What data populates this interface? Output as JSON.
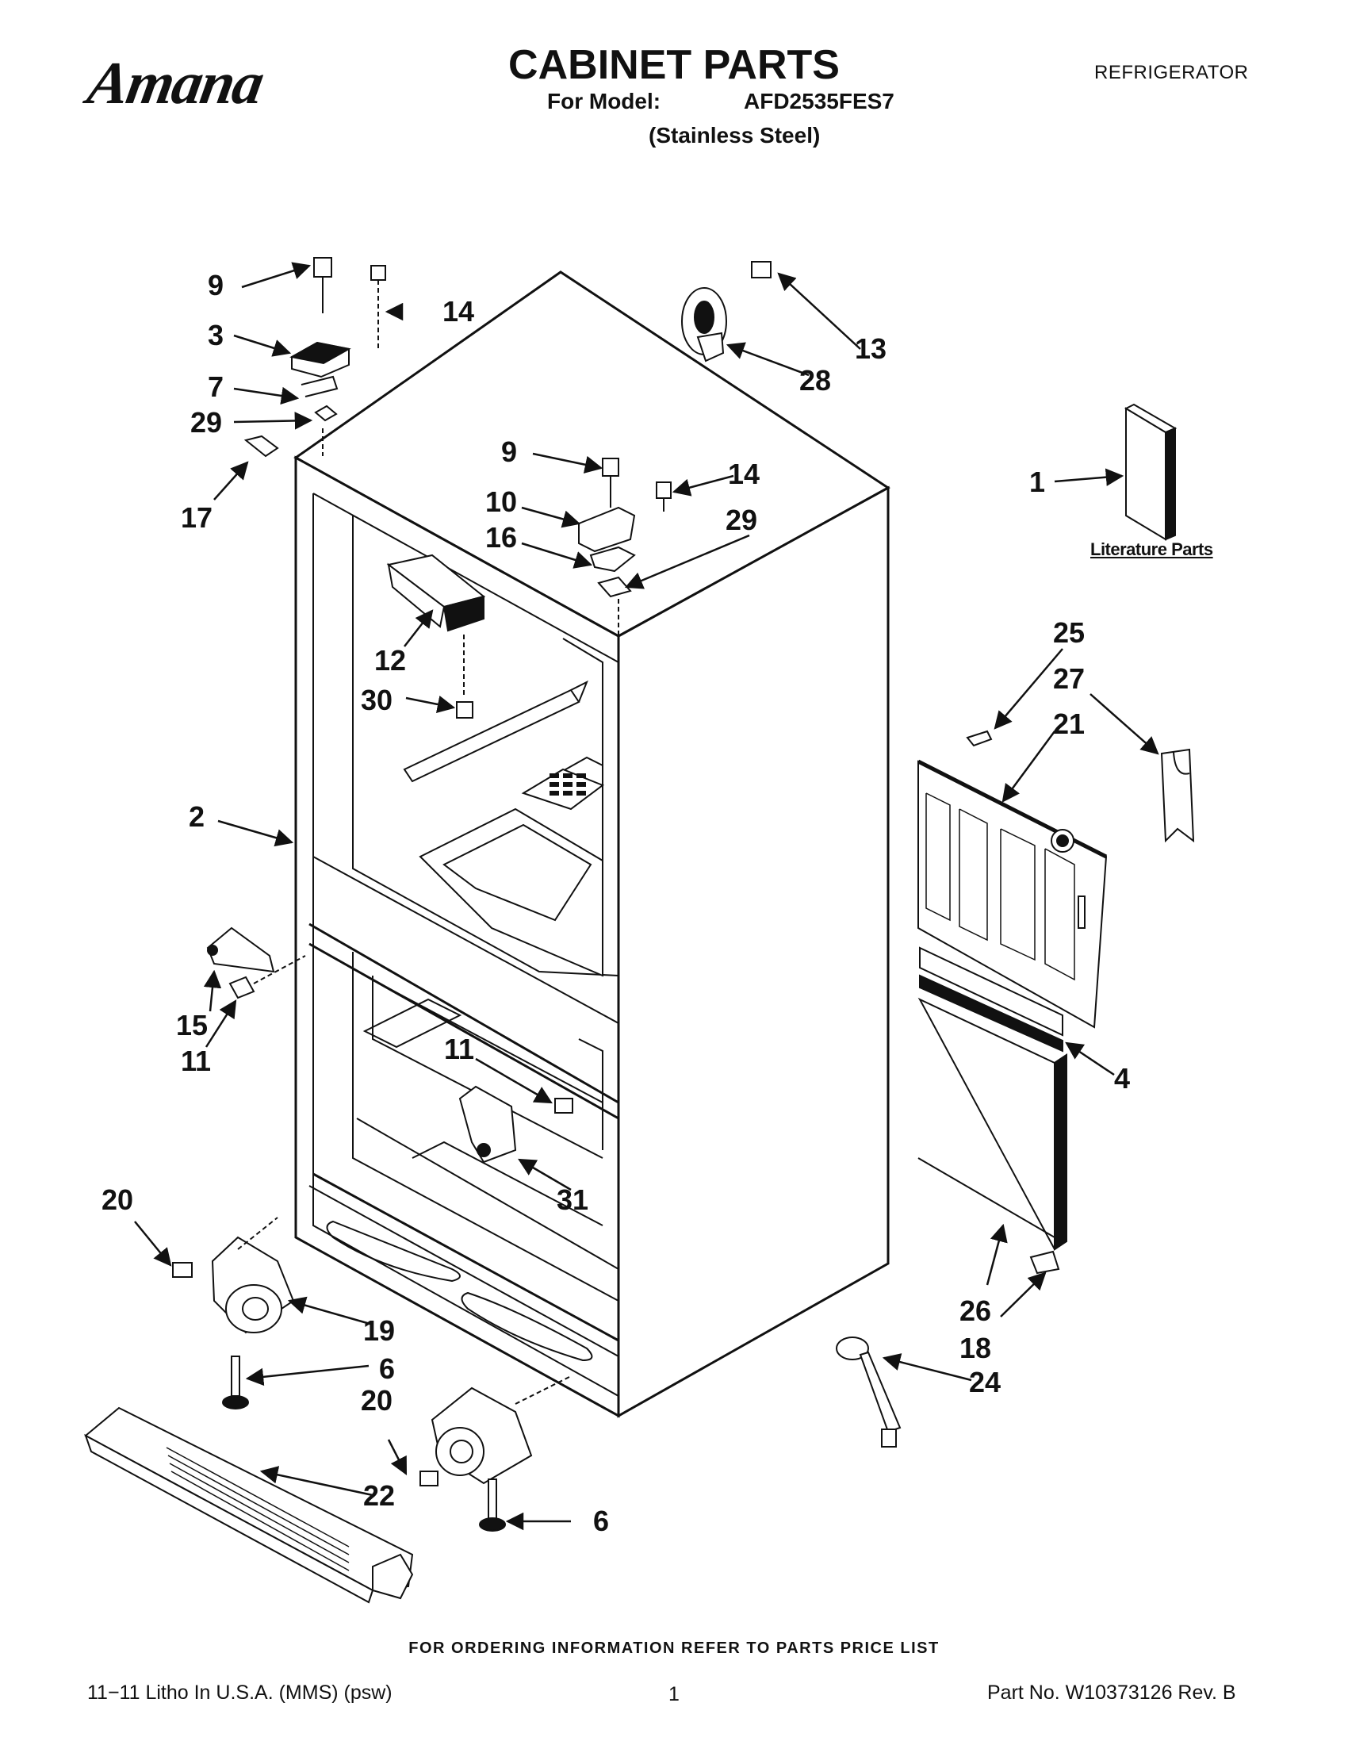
{
  "header": {
    "brand": "Amana",
    "title": "CABINET PARTS",
    "model_label": "For Model:",
    "model_number": "AFD2535FES7",
    "model_variant": "(Stainless Steel)",
    "category": "REFRIGERATOR"
  },
  "literature_label": "Literature Parts",
  "callouts": [
    "9",
    "14",
    "3",
    "7",
    "29",
    "17",
    "13",
    "28",
    "9",
    "14",
    "10",
    "16",
    "29",
    "1",
    "12",
    "30",
    "25",
    "27",
    "21",
    "2",
    "15",
    "11",
    "11",
    "31",
    "4",
    "20",
    "19",
    "6",
    "20",
    "22",
    "6",
    "26",
    "18",
    "24"
  ],
  "footer": {
    "order_note": "FOR ORDERING INFORMATION REFER TO PARTS PRICE LIST",
    "litho": "11−11 Litho In U.S.A. (MMS) (psw)",
    "page_number": "1",
    "part_number": "Part No. W10373126 Rev. B"
  }
}
